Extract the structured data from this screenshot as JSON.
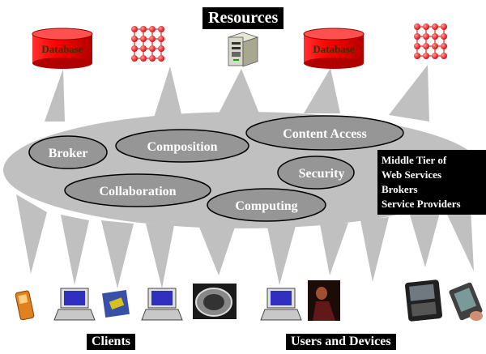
{
  "title": "Resources",
  "db_label": "Database",
  "services": [
    {
      "label": "Broker"
    },
    {
      "label": "Composition"
    },
    {
      "label": "Content Access"
    },
    {
      "label": "Security"
    },
    {
      "label": "Collaboration"
    },
    {
      "label": "Computing"
    }
  ],
  "middle_tier": [
    "Middle Tier of",
    "Web Services",
    "Brokers",
    "Service Providers"
  ],
  "clients_label": "Clients",
  "users_label": "Users and Devices",
  "colors": {
    "cloud": "#c0c0c0",
    "ellipse": "#969696",
    "database": "#ff0000",
    "database_text": "#333300",
    "label_bg": "#000000",
    "label_fg": "#ffffff"
  }
}
